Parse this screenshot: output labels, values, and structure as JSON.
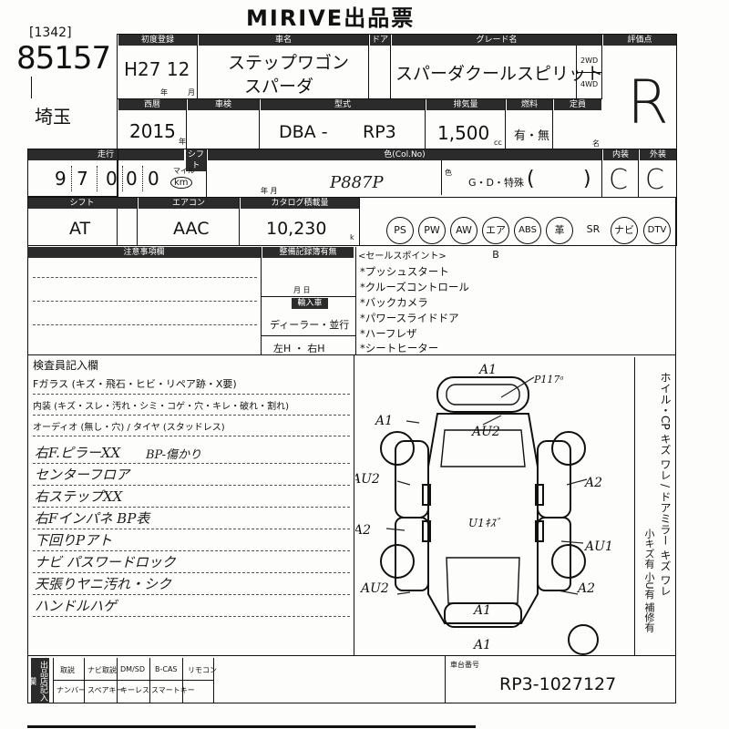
{
  "title": "MIRIVE出品票",
  "lot": {
    "bracket": "[1342]",
    "number": "85157",
    "region": "埼玉"
  },
  "headers": {
    "reg": "初度登録",
    "name": "車名",
    "door": "ドア",
    "grade": "グレード名",
    "eval": "評価点",
    "year_w": "西暦",
    "inspect": "車検",
    "type": "型式",
    "cc": "排気量",
    "fuel": "燃料",
    "cap": "定員",
    "mileage": "走行",
    "seat": "シフト",
    "color": "色(Col.No)",
    "interior": "内装",
    "exterior": "外装",
    "shift": "シフト",
    "ac": "エアコン",
    "spec": "カタログ積載量",
    "sale_points": "<セールスポイント>",
    "notes": "注意事項欄",
    "inspection": "検査員記入欄",
    "record_hdr": "整備記録簿有無",
    "import_hdr": "輸入車",
    "chassis": "車台番号"
  },
  "vehicle": {
    "reg_date": "H27 12",
    "year_label": "年",
    "month_label": "月",
    "name1": "ステップワゴン",
    "name2": "スパーダ",
    "grade": "スパーダクールスピリット",
    "drive_2wd": "2WD",
    "drive_4wd": "4WD",
    "year": "2015",
    "year_suffix": "年",
    "model_prefix": "DBA -",
    "model_code": "RP3",
    "displacement": "1,500",
    "cc_unit": "cc",
    "turbo": "有・無",
    "capacity_unit": "名",
    "mileage_digits": [
      "9",
      "7",
      "0",
      "0",
      "0"
    ],
    "mileage_mile": "マイル",
    "mileage_km": "km",
    "color_code": "P887P",
    "color_unit": "色",
    "gdp": "G・D・特殊",
    "gdp_open": "(",
    "gdp_close": ")",
    "interior_grade": "C",
    "exterior_grade": "C",
    "eval_score": "R",
    "shift": "AT",
    "ac": "AAC",
    "load": "10,230",
    "kg": "k",
    "reg_small": "年   月",
    "chassis": "RP3-1027127"
  },
  "equipment": [
    "PS",
    "PW",
    "AW",
    "エアB",
    "ABS",
    "革",
    "SR",
    "ナビ",
    "DTV"
  ],
  "record": {
    "date": "月    日",
    "dealer": "ディーラー・並行",
    "handle": "左H ・ 右H"
  },
  "sale_points": [
    "*プッシュスタート",
    "*クルーズコントロール",
    "*バックカメラ",
    "*パワースライドドア",
    "*ハーフレザ",
    "*シートヒーター"
  ],
  "inspector": {
    "glass": "Fガラス (キズ・飛石・ヒビ・リペア跡・X要)",
    "interior": "内装 (キズ・スレ・汚れ・シミ・コゲ・穴・キレ・破れ・割れ)",
    "audio": "オーディオ (無し・穴) / タイヤ (スタッドレス)",
    "notes": [
      "右F.ピラーXX",
      "センターフロア",
      "右ステップXX",
      "右Fインパネ BP表",
      "下回りPアト",
      "ナビ パスワードロック",
      "天張りヤニ汚れ・シク",
      "ハンドルハゲ"
    ],
    "note_extra": "BP-傷かり"
  },
  "diagram": {
    "marks": [
      "A1",
      "P117ᵃ",
      "A1",
      "AU2",
      "AU2",
      "A2",
      "A2",
      "U1ｷｽﾞ",
      "AU1",
      "A2",
      "AU2",
      "A1",
      "A1"
    ],
    "side_text": "ホイル・CP キズ ワレ / ドアミラー キズ ワレ",
    "side_text2": "小キズ有 小U有 補修有"
  },
  "bottom": {
    "labels": [
      "取説",
      "ナビ取説",
      "DM/SD",
      "B-CAS",
      "リモコン",
      "ナンバー",
      "スペアキー",
      "キーレス",
      "スマートキー"
    ],
    "side": "出品店記入欄"
  }
}
